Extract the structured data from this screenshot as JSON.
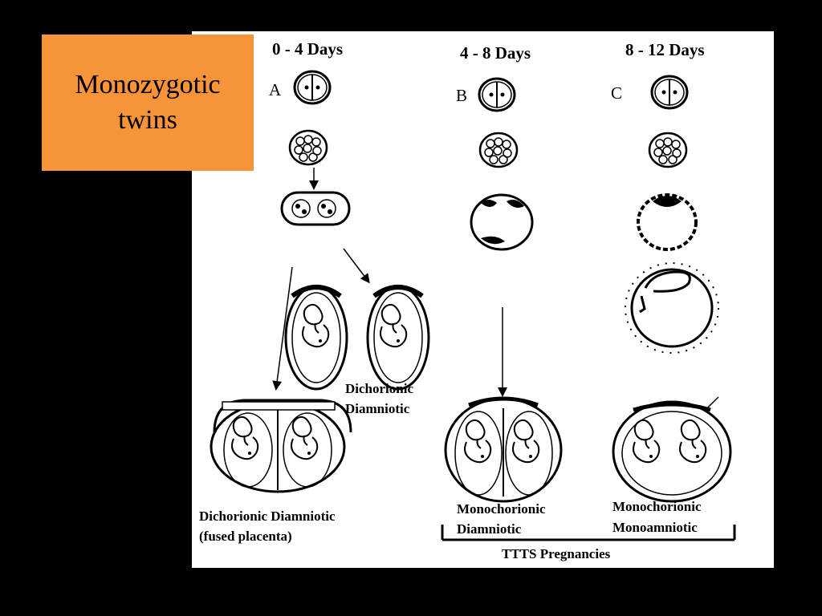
{
  "slide": {
    "title_line1": "Monozygotic",
    "title_line2": "twins",
    "title_bg": "#F7943A",
    "background": "#000000"
  },
  "figure": {
    "columns": [
      {
        "time": "0 - 4 Days",
        "letter": "A"
      },
      {
        "time": "4 - 8 Days",
        "letter": "B"
      },
      {
        "time": "8 - 12 Days",
        "letter": "C"
      }
    ],
    "labels": {
      "dichorionic_separate_1": "Dichorionic",
      "dichorionic_separate_2": "Diamniotic",
      "fused_1": "Dichorionic Diamniotic",
      "fused_2": "(fused placenta)",
      "mono_di_1": "Monochorionic",
      "mono_di_2": "Diamniotic",
      "mono_mono_1": "Monochorionic",
      "mono_mono_2": "Monoamniotic",
      "ttts": "TTTS Pregnancies"
    }
  }
}
